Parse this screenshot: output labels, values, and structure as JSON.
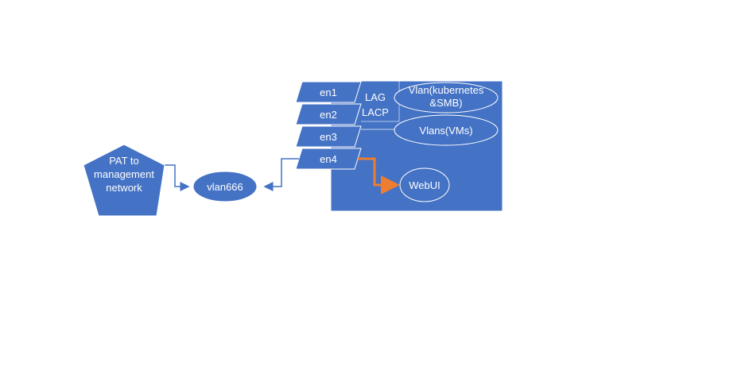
{
  "diagram": {
    "colors": {
      "fill": "#4472C4",
      "outline": "#ffffff",
      "connector": "#4472C4",
      "highlight_connector": "#ED7D31"
    },
    "nodes": {
      "pat": {
        "line1": "PAT to",
        "line2": "management",
        "line3": "network"
      },
      "vlan666": {
        "label": "vlan666"
      },
      "en1": {
        "label": "en1"
      },
      "en2": {
        "label": "en2"
      },
      "en3": {
        "label": "en3"
      },
      "en4": {
        "label": "en4"
      },
      "lag": {
        "line1": "LAG",
        "line2": "LACP"
      },
      "vlan_k8s": {
        "line1": "Vlan(kubernetes",
        "line2": "&SMB)"
      },
      "vlans_vms": {
        "label": "Vlans(VMs)"
      },
      "webui": {
        "label": "WebUI"
      }
    }
  }
}
